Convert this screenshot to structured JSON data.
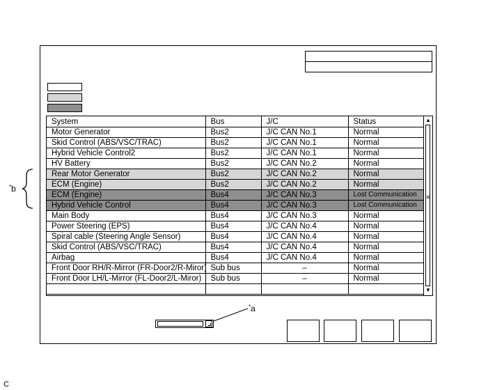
{
  "table": {
    "headers": [
      "System",
      "Bus",
      "J/C",
      "Status"
    ],
    "rows": [
      {
        "system": "Motor Generator",
        "bus": "Bus2",
        "jc": "J/C CAN No.1",
        "status": "Normal",
        "shade": "none"
      },
      {
        "system": "Skid Control (ABS/VSC/TRAC)",
        "bus": "Bus2",
        "jc": "J/C CAN No.1",
        "status": "Normal",
        "shade": "none"
      },
      {
        "system": "Hybrid Vehicle Control2",
        "bus": "Bus2",
        "jc": "J/C CAN No.1",
        "status": "Normal",
        "shade": "none"
      },
      {
        "system": "HV Battery",
        "bus": "Bus2",
        "jc": "J/C CAN No.2",
        "status": "Normal",
        "shade": "none"
      },
      {
        "system": "Rear Motor Generator",
        "bus": "Bus2",
        "jc": "J/C CAN No.2",
        "status": "Normal",
        "shade": "light"
      },
      {
        "system": "ECM (Engine)",
        "bus": "Bus2",
        "jc": "J/C CAN No.2",
        "status": "Normal",
        "shade": "light"
      },
      {
        "system": "ECM (Engine)",
        "bus": "Bus4",
        "jc": "J/C CAN No.3",
        "status": "Lost Communication",
        "shade": "dark"
      },
      {
        "system": "Hybrid Vehicle Control",
        "bus": "Bus4",
        "jc": "J/C CAN No.3",
        "status": "Lost Communication",
        "shade": "dark"
      },
      {
        "system": "Main Body",
        "bus": "Bus4",
        "jc": "J/C CAN No.3",
        "status": "Normal",
        "shade": "none"
      },
      {
        "system": "Power Steering (EPS)",
        "bus": "Bus4",
        "jc": "J/C CAN No.4",
        "status": "Normal",
        "shade": "none"
      },
      {
        "system": "Spiral cable (Steering Angle Sensor)",
        "bus": "Bus4",
        "jc": "J/C CAN No.4",
        "status": "Normal",
        "shade": "none"
      },
      {
        "system": "Skid Control (ABS/VSC/TRAC)",
        "bus": "Bus4",
        "jc": "J/C CAN No.4",
        "status": "Normal",
        "shade": "none"
      },
      {
        "system": "Airbag",
        "bus": "Bus4",
        "jc": "J/C CAN No.4",
        "status": "Normal",
        "shade": "none"
      },
      {
        "system": "Front Door RH/R-Mirror (FR-Door2/R-Miror)",
        "bus": "Sub bus",
        "jc": "–",
        "status": "Normal",
        "shade": "none"
      },
      {
        "system": "Front Door LH/L-Mirror (FL-Door2/L-Miror)",
        "bus": "Sub bus",
        "jc": "–",
        "status": "Normal",
        "shade": "none"
      },
      {
        "system": "",
        "bus": "",
        "jc": "",
        "status": "",
        "shade": "none"
      }
    ]
  },
  "callouts": {
    "a": {
      "star": "*",
      "letter": "a"
    },
    "b": {
      "star": "*",
      "letter": "b"
    }
  },
  "page_letter": "C",
  "legend": [
    {
      "shade": "#ffffff"
    },
    {
      "shade": "#d6d6d6"
    },
    {
      "shade": "#8f8f8f"
    }
  ],
  "icons": {
    "scroll_up": "triangle-up-icon",
    "scroll_down": "triangle-down-icon",
    "scroll_grip": "grip-lines-icon",
    "bracket": "curly-brace-icon"
  }
}
